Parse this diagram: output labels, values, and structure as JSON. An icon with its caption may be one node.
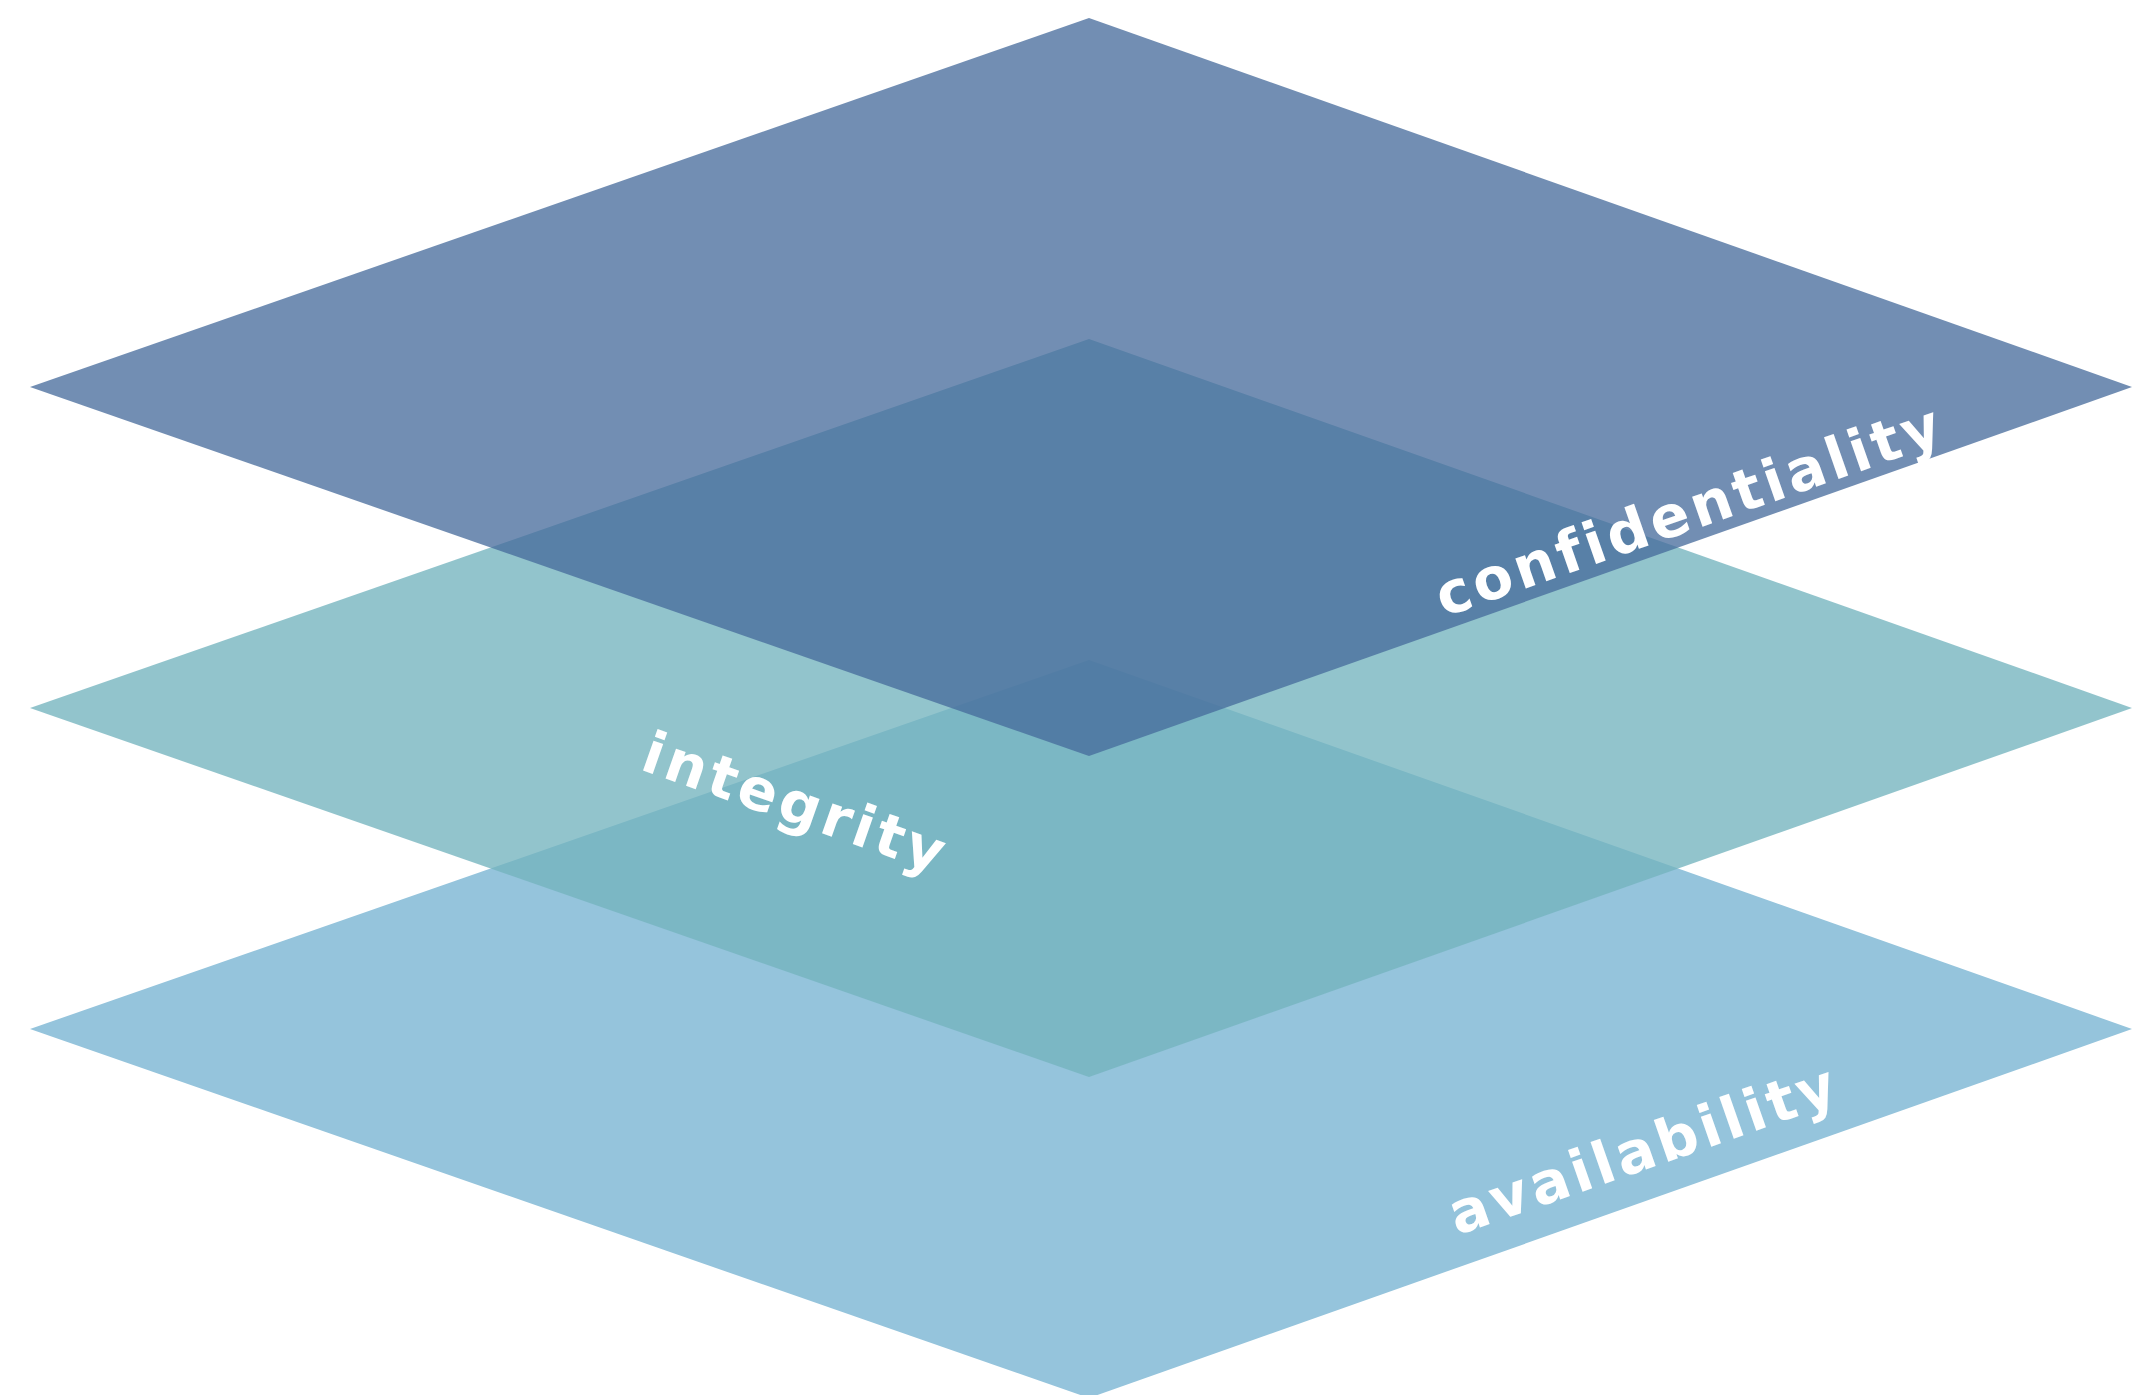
{
  "diagram": {
    "nodes": [
      {
        "text": [
          "confidentiality"
        ]
      },
      {
        "text": [
          "integrity"
        ]
      },
      {
        "text": [
          "availability"
        ]
      }
    ],
    "edges": []
  }
}
